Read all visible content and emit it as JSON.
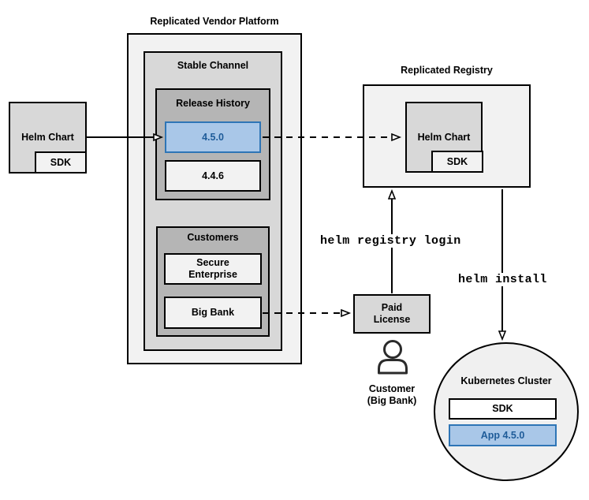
{
  "colors": {
    "container_light": "#f2f2f2",
    "container_mid": "#d8d8d8",
    "container_dark": "#b5b5b5",
    "highlight_fill": "#a9c7e8",
    "highlight_border": "#2e75b6",
    "highlight_text": "#1f5c99",
    "line": "#000000"
  },
  "platform": {
    "title": "Replicated Vendor Platform",
    "stable_channel": {
      "title": "Stable Channel",
      "release_history": {
        "title": "Release History",
        "releases": [
          {
            "version": "4.5.0",
            "highlighted": true
          },
          {
            "version": "4.4.6",
            "highlighted": false
          }
        ]
      },
      "customers": {
        "title": "Customers",
        "items": [
          {
            "name": "Secure Enterprise"
          },
          {
            "name": "Big Bank"
          }
        ]
      }
    }
  },
  "source_chart": {
    "label": "Helm Chart",
    "sdk": "SDK"
  },
  "registry": {
    "title": "Replicated Registry",
    "chart_label": "Helm Chart",
    "sdk": "SDK"
  },
  "license": {
    "label": "Paid License"
  },
  "customer": {
    "line1": "Customer",
    "line2": "(Big Bank)"
  },
  "commands": {
    "login": "helm registry login",
    "install": "helm install"
  },
  "cluster": {
    "title": "Kubernetes Cluster",
    "sdk": "SDK",
    "app": "App 4.5.0"
  },
  "icons": {
    "person": "person-icon"
  }
}
